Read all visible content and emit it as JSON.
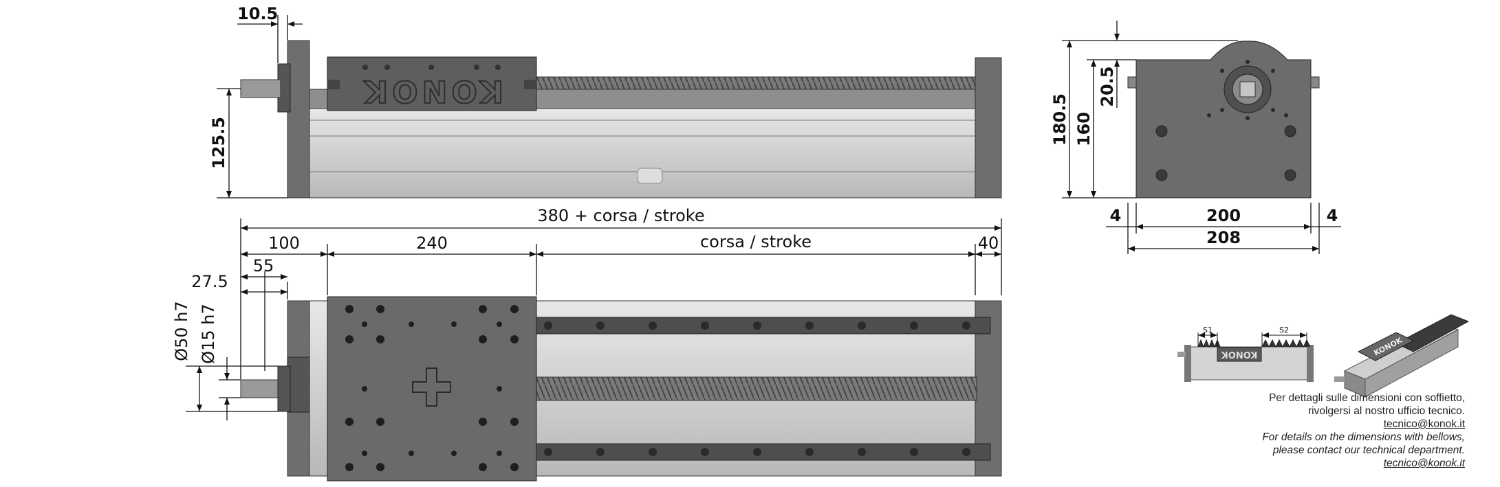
{
  "brand": "KONOK",
  "dimensions": {
    "flange_thickness": "10.5",
    "shaft_height": "125.5",
    "total_length": "380 + corsa / stroke",
    "carriage_offset": "100",
    "carriage_length": "240",
    "stroke": "corsa / stroke",
    "end_block": "40",
    "shaft_len_1": "55",
    "shaft_len_2": "27.5",
    "diameter_1": "Ø50 h7",
    "diameter_2": "Ø15 h7",
    "height_total": "180.5",
    "height_body": "160",
    "height_top": "20.5",
    "side_left": "4",
    "width_inner": "200",
    "side_right": "4",
    "width_outer": "208"
  },
  "bellows": {
    "s1": "S1",
    "s2": "S2"
  },
  "note": {
    "it_line1": "Per dettagli sulle dimensioni con soffietto,",
    "it_line2": "rivolgersi al nostro ufficio tecnico.",
    "email_1": "tecnico@konok.it",
    "en_line1": "For details on the dimensions with bellows,",
    "en_line2": "please contact our technical department.",
    "email_2": "tecnico@konok.it"
  },
  "colors": {
    "metal_dark": "#5e5e5e",
    "metal_mid": "#8a8a8a",
    "metal_light": "#cfcfcf",
    "line": "#111111"
  }
}
